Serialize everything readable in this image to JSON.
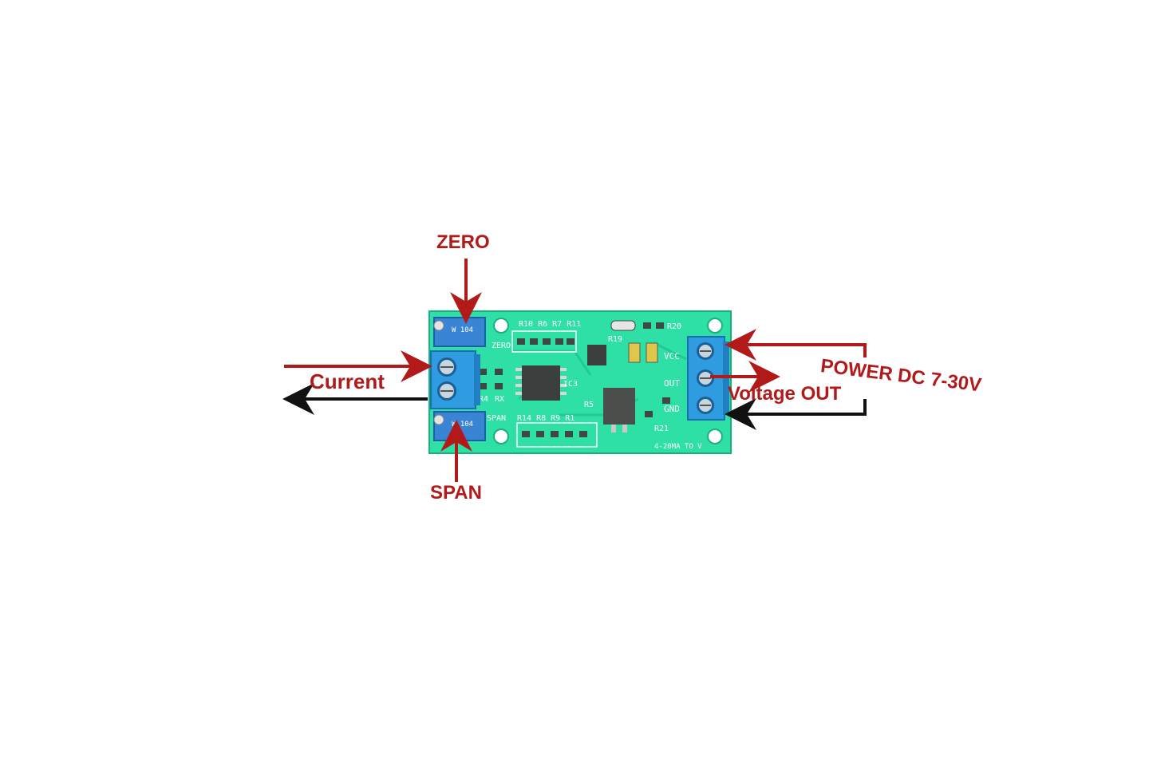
{
  "colors": {
    "callout_red": "#b21a1a",
    "arrow_black": "#111111",
    "pcb_green": "#2ee0a6",
    "pcb_dark": "#1fc98f",
    "terminal_blue": "#2f9be0",
    "pot_blue": "#3a84d6"
  },
  "callouts": {
    "zero": "ZERO",
    "current": "Current",
    "span": "SPAN",
    "voltage_out": "Voltage OUT",
    "power": "POWER DC 7-30V"
  },
  "pcb_silkscreen": {
    "zero": "ZERO",
    "span": "SPAN",
    "vcc": "VCC",
    "out": "OUT",
    "gnd": "GND",
    "board_note": "4-20MA TO V",
    "res_top": "R10 R6 R7 R11",
    "res_bottom": "R14 R8 R9 R1",
    "r20": "R20",
    "r19": "R19",
    "r5": "R5",
    "r21": "R21",
    "r4": "R4",
    "rx": "RX",
    "ic3": "IC3",
    "pot_code": "W 104"
  },
  "icons": {
    "pot_top": "trimmer-potentiometer-icon",
    "pot_bottom": "trimmer-potentiometer-icon",
    "input_terminal": "screw-terminal-2pin-icon",
    "output_terminal": "screw-terminal-3pin-icon"
  }
}
